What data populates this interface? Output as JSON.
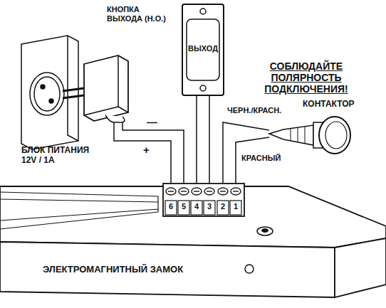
{
  "diagram": {
    "nodes": [
      {
        "text": [
          "КНОПКА ВЫХОДА (Н.О.)",
          "ВЫХОД"
        ]
      },
      {
        "text": [
          "БЛОК ПИТАНИЯ 12V / 1A"
        ]
      },
      {
        "text": [
          "КОНТАКТОР"
        ]
      },
      {
        "text": [
          "ЭЛЕКТРОМАГНИТНЫЙ ЗАМОК"
        ]
      }
    ],
    "edges": [
      {
        "from": 1,
        "to": 3,
        "label": "—",
        "arrow": "none"
      },
      {
        "from": 1,
        "to": 3,
        "label": "+",
        "arrow": "none"
      },
      {
        "from": 0,
        "to": 3,
        "arrow": "none"
      },
      {
        "from": 0,
        "to": 3,
        "arrow": "none"
      },
      {
        "from": 2,
        "to": 3,
        "label": "ЧЕРН./КРАСН.",
        "arrow": "none"
      },
      {
        "from": 2,
        "to": 3,
        "label": "КРАСНЫЙ",
        "arrow": "none"
      }
    ],
    "labels": [
      "СОБЛЮДАЙТЕ ПОЛЯРНОСТЬ ПОДКЛЮЧЕНИЯ!",
      "6",
      "5",
      "4",
      "3",
      "2",
      "1"
    ]
  }
}
